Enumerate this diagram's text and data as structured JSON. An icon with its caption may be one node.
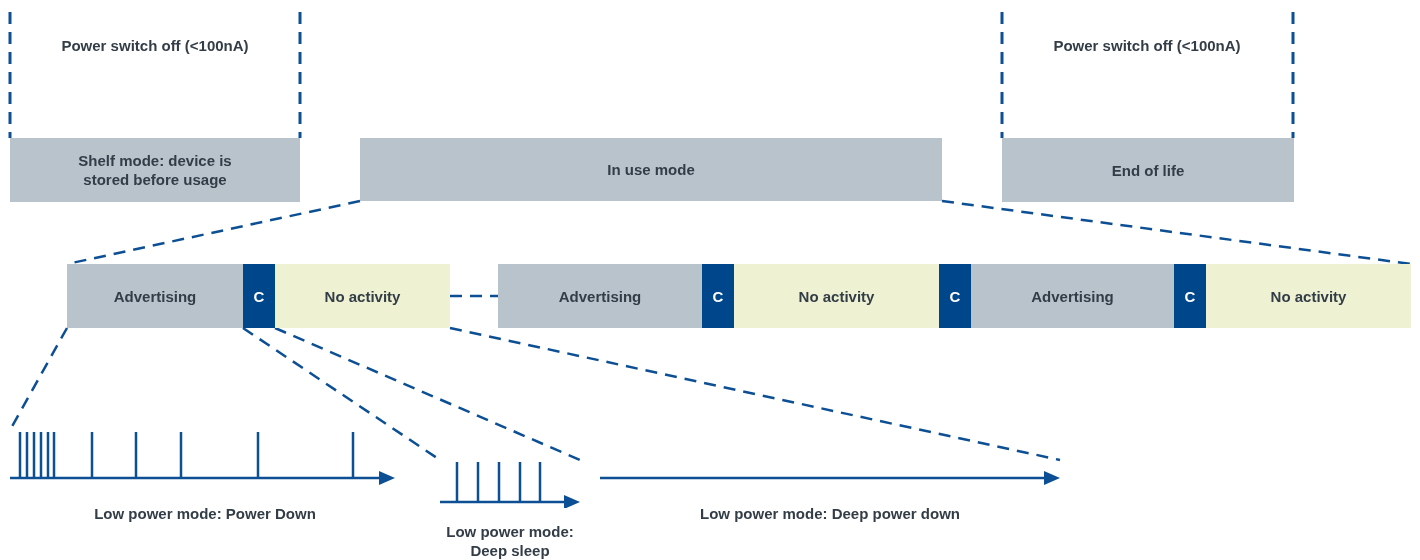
{
  "diagram": {
    "nodes": [
      {
        "text": [
          "Shelf mode: device is stored before usage"
        ]
      },
      {
        "text": [
          "In use mode"
        ]
      },
      {
        "text": [
          "End of life"
        ]
      },
      {
        "text": [
          "Advertising"
        ]
      },
      {
        "text": [
          "C"
        ]
      },
      {
        "text": [
          "No activity"
        ]
      },
      {
        "text": [
          "Advertising"
        ]
      },
      {
        "text": [
          "C"
        ]
      },
      {
        "text": [
          "No activity"
        ]
      },
      {
        "text": [
          "C"
        ]
      },
      {
        "text": [
          "Advertising"
        ]
      },
      {
        "text": [
          "C"
        ]
      },
      {
        "text": [
          "No activity"
        ]
      },
      {
        "text": [],
        "shape": "picture",
        "beside": [
          "Low power mode: Power Down"
        ]
      },
      {
        "text": [],
        "shape": "picture",
        "beside": [
          "Low power mode: Deep sleep"
        ]
      },
      {
        "text": [],
        "shape": "picture",
        "beside": [
          "Low power mode: Deep power down"
        ]
      }
    ],
    "edges": [
      {
        "from": 1,
        "to": 3,
        "arrow": "none",
        "style": "dashed"
      },
      {
        "from": 1,
        "to": 12,
        "arrow": "none",
        "style": "dashed"
      },
      {
        "from": 5,
        "to": 6,
        "arrow": "none",
        "style": "dashed"
      },
      {
        "from": 3,
        "to": 13,
        "arrow": "none",
        "style": "dashed"
      },
      {
        "from": 4,
        "to": 14,
        "arrow": "none",
        "style": "dashed"
      },
      {
        "from": 4,
        "to": 14,
        "arrow": "none",
        "style": "dashed"
      },
      {
        "from": 5,
        "to": 15,
        "arrow": "none",
        "style": "dashed"
      }
    ],
    "labels": [
      "Power switch off (<100nA)",
      "Power switch off (<100nA)"
    ]
  }
}
